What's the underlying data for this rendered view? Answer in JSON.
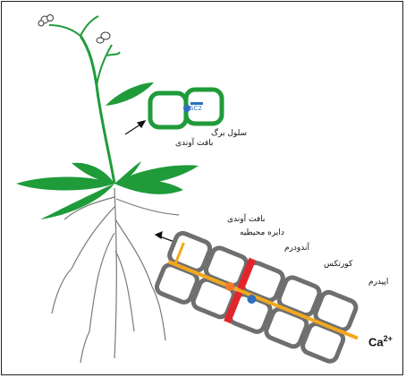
{
  "labels": {
    "leaf_cell": "سلول برگ",
    "leaf_tissue": "بافت آوندی",
    "root_vascular": "بافت آوندی",
    "pericycle": "دایره محیطیه",
    "endodermis": "آندودرم",
    "cortex": "کورتکس",
    "epidermis": "اپیدرم",
    "leaf_marker": "SC2",
    "ion_base": "Ca",
    "ion_charge": "2+"
  },
  "colors": {
    "plant_green": "#1f9b3a",
    "cell_gray": "#6f6f6f",
    "transport_yellow": "#f2a81d",
    "endodermis_red": "#e2252b",
    "marker_blue": "#2f6fbf",
    "marker_orange": "#f07a2a"
  }
}
